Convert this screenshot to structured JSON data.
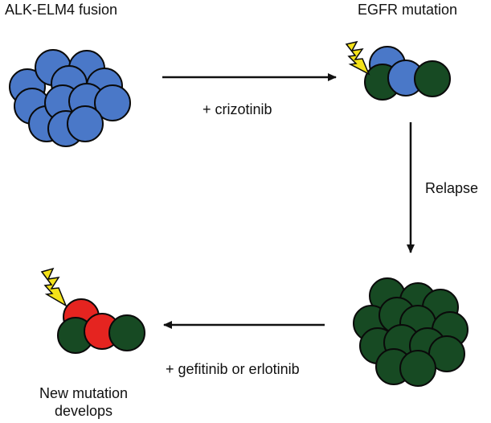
{
  "labels": {
    "top_left": "ALK-ELM4 fusion",
    "top_right": "EGFR mutation",
    "arrow_top": "+ crizotinib",
    "arrow_right": "Relapse",
    "arrow_bottom": "+ gefitinib or erlotinib",
    "bottom_left_line1": "New mutation",
    "bottom_left_line2": "develops"
  },
  "colors": {
    "blue_cell": "#4a78c8",
    "dark_green_cell": "#174a23",
    "red_cell": "#e52420",
    "lightning": "#f4e21a",
    "outline": "#0a0a0a"
  },
  "icons": [
    "lightning-bolt-icon",
    "lightning-bolt-icon"
  ]
}
